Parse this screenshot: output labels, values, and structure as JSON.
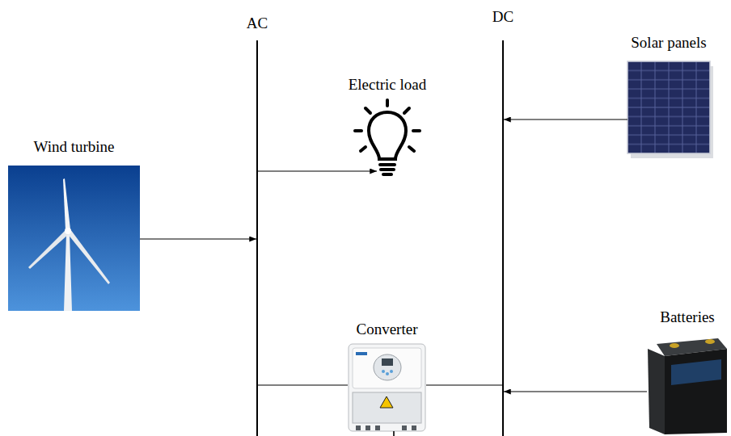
{
  "diagram": {
    "nodes": [
      {
        "text": [
          "AC"
        ]
      },
      {
        "text": [
          "DC"
        ]
      },
      {
        "text": [
          "Electric load"
        ]
      },
      {
        "text": [
          "Solar panels"
        ]
      },
      {
        "text": [
          "Wind turbine"
        ]
      },
      {
        "text": [
          "Converter"
        ]
      },
      {
        "text": [
          "Batteries"
        ]
      }
    ],
    "edges": [
      {
        "from": 4,
        "to": 0,
        "arrow": "to"
      },
      {
        "from": 0,
        "to": 2,
        "arrow": "to"
      },
      {
        "from": 3,
        "to": 1,
        "arrow": "to"
      },
      {
        "from": 0,
        "to": 5,
        "arrow": "none"
      },
      {
        "from": 5,
        "to": 1,
        "arrow": "none"
      },
      {
        "from": 6,
        "to": 1,
        "arrow": "to"
      }
    ]
  }
}
